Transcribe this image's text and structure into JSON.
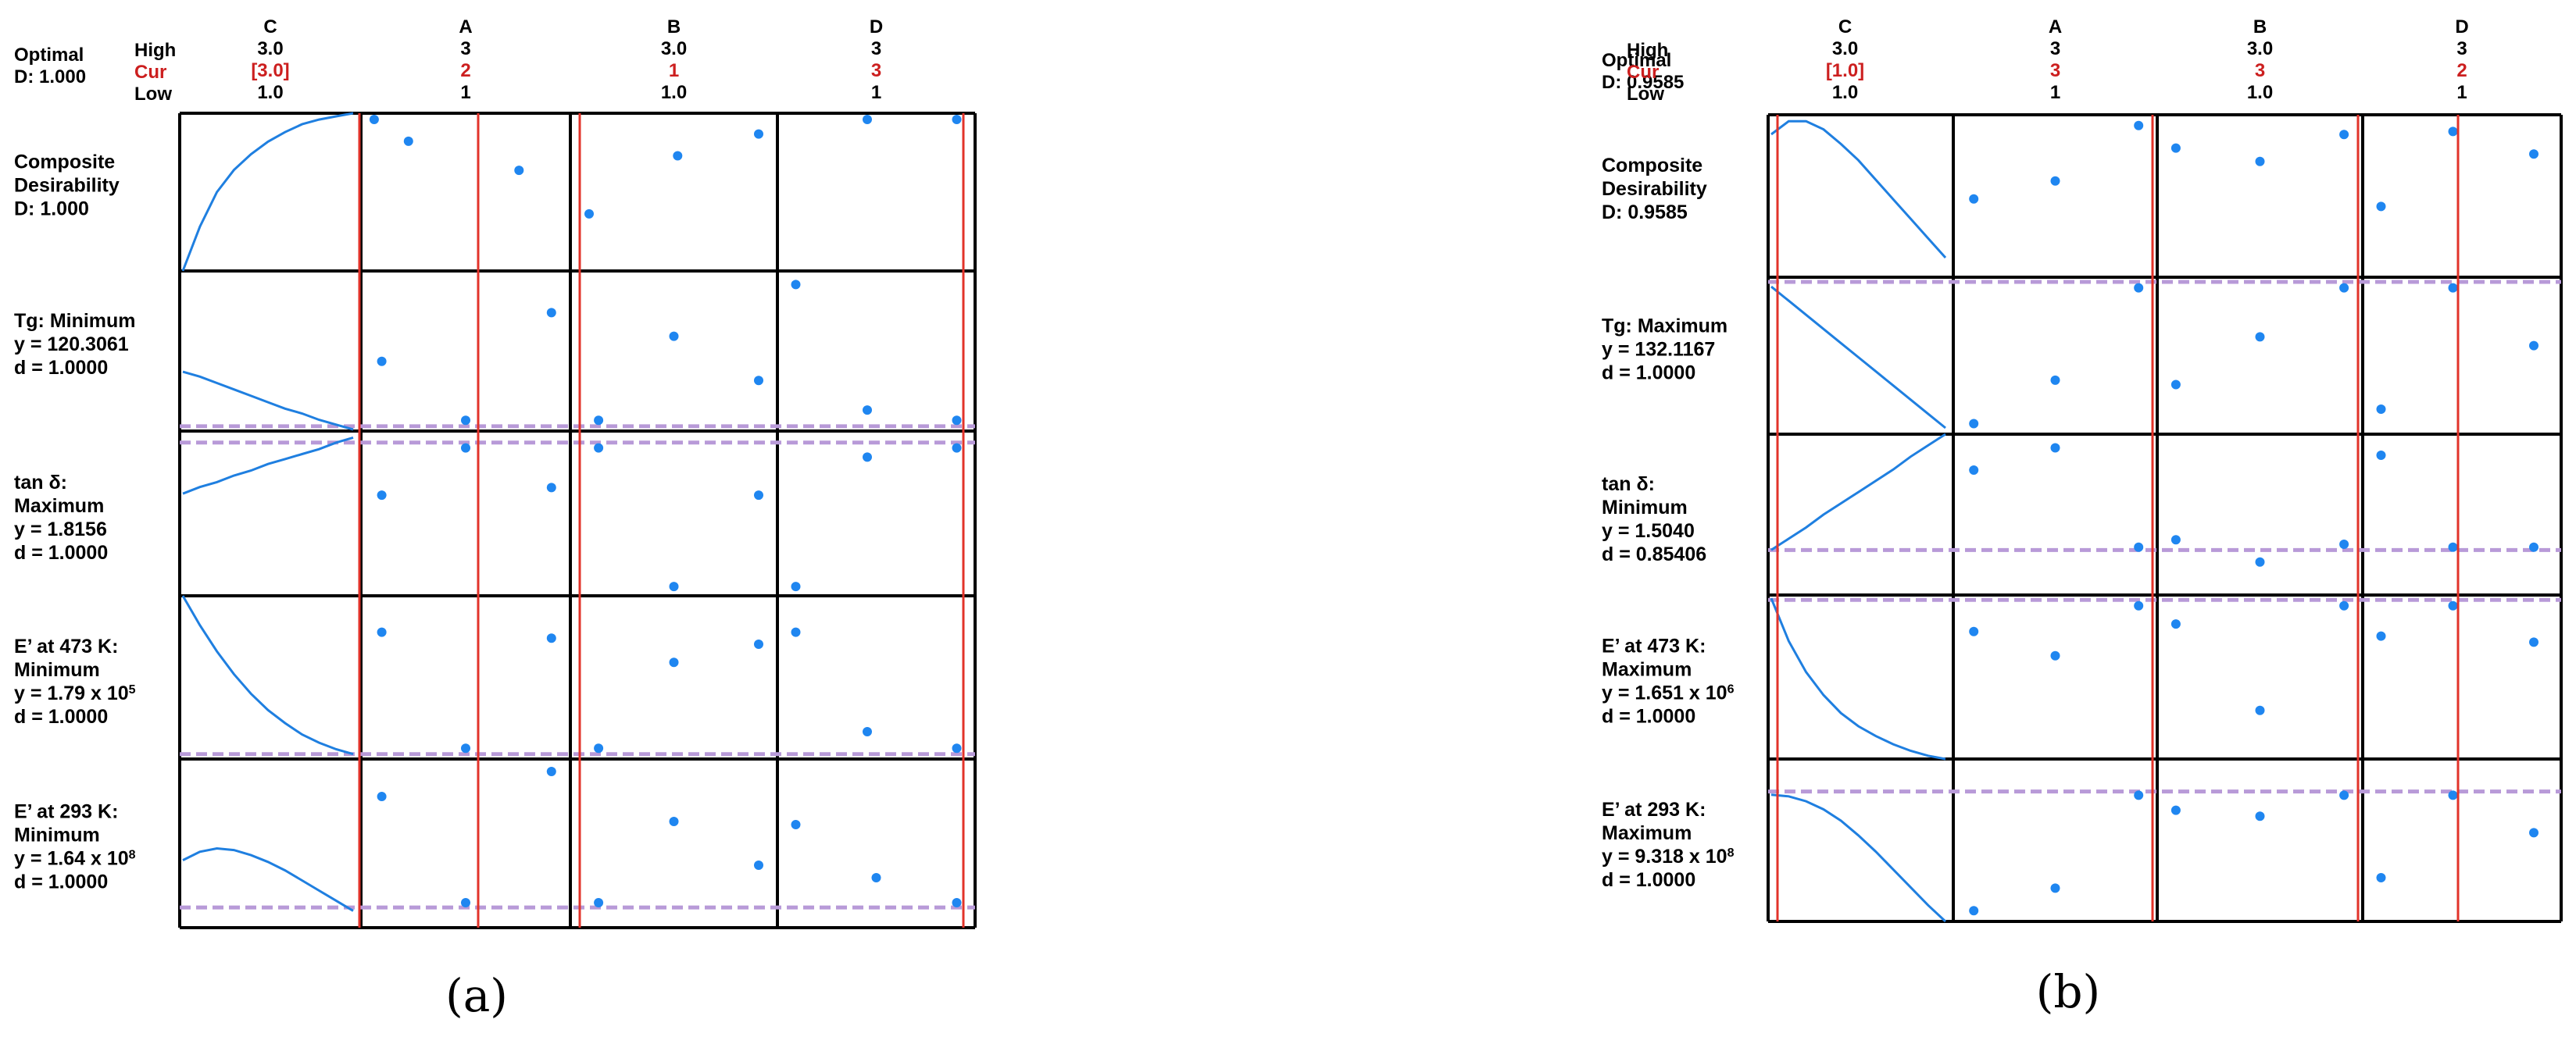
{
  "colors": {
    "curve": "#1f7fe0",
    "point": "#1f86f0",
    "current": "#e2332a",
    "target": "#b89ad8",
    "grid": "#000000"
  },
  "chart_data": [
    {
      "type": "scatter",
      "caption": "(a)",
      "optimal": [
        "Optimal",
        "D: 1.000"
      ],
      "row_labels": {
        "high": "High",
        "cur": "Cur",
        "low": "Low"
      },
      "factors": [
        {
          "name": "C",
          "high": "3.0",
          "cur": "[3.0]",
          "low": "1.0",
          "continuous": true
        },
        {
          "name": "A",
          "high": "3",
          "cur": "2",
          "low": "1"
        },
        {
          "name": "B",
          "high": "3.0",
          "cur": "1",
          "low": "1.0"
        },
        {
          "name": "D",
          "high": "3",
          "cur": "3",
          "low": "1"
        }
      ],
      "responses": [
        {
          "label": [
            "Composite",
            "Desirability",
            "D: 1.000"
          ],
          "target": null,
          "target2": null,
          "curve": [
            1.0,
            0.72,
            0.5,
            0.36,
            0.26,
            0.18,
            0.12,
            0.07,
            0.04,
            0.02,
            0.0
          ],
          "points": [
            [
              0.2,
              0.15
            ],
            [
              0.78,
              0.35
            ],
            [
              0.02,
              0.0
            ],
            [
              0.52,
              0.25
            ],
            [
              0.95,
              0.1
            ],
            [
              0.05,
              0.65
            ],
            [
              0.45,
              0.0
            ],
            [
              0.95,
              0.0
            ]
          ]
        },
        {
          "label": [
            "Tg: Minimum",
            " y = 120.3061",
            "d = 1.0000"
          ],
          "target": 0.97,
          "target2": null,
          "curve": [
            0.63,
            0.66,
            0.7,
            0.74,
            0.78,
            0.82,
            0.86,
            0.89,
            0.93,
            0.96,
            0.99
          ],
          "points": [
            [
              0.06,
              0.57
            ],
            [
              0.95,
              0.24
            ],
            [
              0.5,
              0.97
            ],
            [
              0.1,
              0.97
            ],
            [
              0.5,
              0.4
            ],
            [
              0.95,
              0.7
            ],
            [
              0.05,
              0.05
            ],
            [
              0.45,
              0.9
            ],
            [
              0.95,
              0.97
            ]
          ]
        },
        {
          "label": [
            "tan δ:",
            "Maximum",
            "y = 1.8156",
            "d = 1.0000"
          ],
          "target": 0.07,
          "target2": null,
          "curve": [
            0.38,
            0.34,
            0.31,
            0.27,
            0.24,
            0.2,
            0.17,
            0.14,
            0.11,
            0.07,
            0.04
          ],
          "points": [
            [
              0.06,
              0.38
            ],
            [
              0.95,
              0.33
            ],
            [
              0.5,
              0.07
            ],
            [
              0.1,
              0.07
            ],
            [
              0.5,
              0.98
            ],
            [
              0.95,
              0.38
            ],
            [
              0.05,
              0.98
            ],
            [
              0.45,
              0.13
            ],
            [
              0.95,
              0.07
            ]
          ]
        },
        {
          "label": [
            "E’ at 473 K:",
            "Minimum",
            "y = 1.79 x 10",
            "d = 1.0000"
          ],
          "sup": "5",
          "target": 0.97,
          "target2": null,
          "curve": [
            0.0,
            0.18,
            0.34,
            0.48,
            0.6,
            0.7,
            0.78,
            0.85,
            0.9,
            0.94,
            0.97
          ],
          "points": [
            [
              0.06,
              0.2
            ],
            [
              0.95,
              0.24
            ],
            [
              0.5,
              0.97
            ],
            [
              0.1,
              0.97
            ],
            [
              0.5,
              0.4
            ],
            [
              0.95,
              0.28
            ],
            [
              0.05,
              0.2
            ],
            [
              0.45,
              0.86
            ],
            [
              0.95,
              0.97
            ]
          ]
        },
        {
          "label": [
            "E’ at 293 K:",
            "Minimum",
            "y = 1.64 x 10",
            "d = 1.0000"
          ],
          "sup": "8",
          "target": 0.88,
          "target2": null,
          "curve": [
            0.6,
            0.55,
            0.53,
            0.54,
            0.57,
            0.61,
            0.66,
            0.72,
            0.78,
            0.84,
            0.9
          ],
          "points": [
            [
              0.06,
              0.2
            ],
            [
              0.95,
              0.04
            ],
            [
              0.5,
              0.88
            ],
            [
              0.1,
              0.88
            ],
            [
              0.5,
              0.36
            ],
            [
              0.95,
              0.64
            ],
            [
              0.05,
              0.38
            ],
            [
              0.5,
              0.72
            ],
            [
              0.95,
              0.88
            ]
          ]
        }
      ]
    },
    {
      "type": "scatter",
      "caption": "(b)",
      "optimal": [
        "Optimal",
        "D: 0.9585"
      ],
      "row_labels": {
        "high": "High",
        "cur": "Cur",
        "low": "Low"
      },
      "factors": [
        {
          "name": "C",
          "high": "3.0",
          "cur": "[1.0]",
          "low": "1.0",
          "continuous": true
        },
        {
          "name": "A",
          "high": "3",
          "cur": "3",
          "low": "1"
        },
        {
          "name": "B",
          "high": "3.0",
          "cur": "3",
          "low": "1.0"
        },
        {
          "name": "D",
          "high": "3",
          "cur": "2",
          "low": "1"
        }
      ],
      "responses": [
        {
          "label": [
            "Composite",
            "Desirability",
            "D: 0.9585"
          ],
          "target": null,
          "target2": null,
          "curve": [
            0.12,
            0.04,
            0.04,
            0.09,
            0.18,
            0.28,
            0.4,
            0.52,
            0.64,
            0.76,
            0.88
          ],
          "points": [
            [
              0.06,
              0.52
            ],
            [
              0.5,
              0.4
            ],
            [
              0.95,
              0.03
            ],
            [
              0.05,
              0.18
            ],
            [
              0.5,
              0.27
            ],
            [
              0.95,
              0.09
            ],
            [
              0.05,
              0.57
            ],
            [
              0.45,
              0.07
            ],
            [
              0.9,
              0.22
            ]
          ]
        },
        {
          "label": [
            "Tg: Maximum",
            " y = 132.1167",
            "d = 1.0000"
          ],
          "target": 0.03,
          "target2": null,
          "curve": [
            0.06,
            0.15,
            0.24,
            0.33,
            0.42,
            0.51,
            0.6,
            0.69,
            0.78,
            0.87,
            0.96
          ],
          "points": [
            [
              0.06,
              0.97
            ],
            [
              0.5,
              0.67
            ],
            [
              0.95,
              0.03
            ],
            [
              0.05,
              0.7
            ],
            [
              0.5,
              0.37
            ],
            [
              0.95,
              0.03
            ],
            [
              0.05,
              0.87
            ],
            [
              0.45,
              0.03
            ],
            [
              0.9,
              0.43
            ]
          ]
        },
        {
          "label": [
            "tan δ:",
            "Minimum",
            "y = 1.5040",
            "d = 0.85406"
          ],
          "target": 0.72,
          "target2": null,
          "curve": [
            0.72,
            0.65,
            0.58,
            0.5,
            0.43,
            0.36,
            0.29,
            0.22,
            0.14,
            0.07,
            0.0
          ],
          "points": [
            [
              0.06,
              0.2
            ],
            [
              0.5,
              0.05
            ],
            [
              0.95,
              0.72
            ],
            [
              0.05,
              0.67
            ],
            [
              0.5,
              0.82
            ],
            [
              0.95,
              0.7
            ],
            [
              0.05,
              0.1
            ],
            [
              0.45,
              0.72
            ],
            [
              0.9,
              0.72
            ]
          ]
        },
        {
          "label": [
            "E’ at 473 K:",
            "Maximum",
            "y = 1.651 x 10",
            "d = 1.0000"
          ],
          "sup": "6",
          "target": 0.03,
          "target2": null,
          "curve": [
            0.02,
            0.28,
            0.47,
            0.61,
            0.72,
            0.8,
            0.86,
            0.91,
            0.95,
            0.98,
            1.0
          ],
          "points": [
            [
              0.06,
              0.2
            ],
            [
              0.5,
              0.36
            ],
            [
              0.95,
              0.03
            ],
            [
              0.05,
              0.15
            ],
            [
              0.5,
              0.72
            ],
            [
              0.95,
              0.03
            ],
            [
              0.05,
              0.23
            ],
            [
              0.45,
              0.03
            ],
            [
              0.9,
              0.27
            ]
          ]
        },
        {
          "label": [
            "E’ at 293 K:",
            "Maximum",
            "y = 9.318 x 10",
            "d = 1.0000"
          ],
          "sup": "8",
          "target": 0.2,
          "target2": null,
          "curve": [
            0.22,
            0.23,
            0.26,
            0.31,
            0.38,
            0.47,
            0.57,
            0.68,
            0.79,
            0.9,
            1.0
          ],
          "points": [
            [
              0.06,
              0.97
            ],
            [
              0.5,
              0.82
            ],
            [
              0.95,
              0.2
            ],
            [
              0.05,
              0.3
            ],
            [
              0.5,
              0.34
            ],
            [
              0.95,
              0.2
            ],
            [
              0.05,
              0.75
            ],
            [
              0.45,
              0.2
            ],
            [
              0.9,
              0.45
            ]
          ]
        }
      ]
    }
  ]
}
